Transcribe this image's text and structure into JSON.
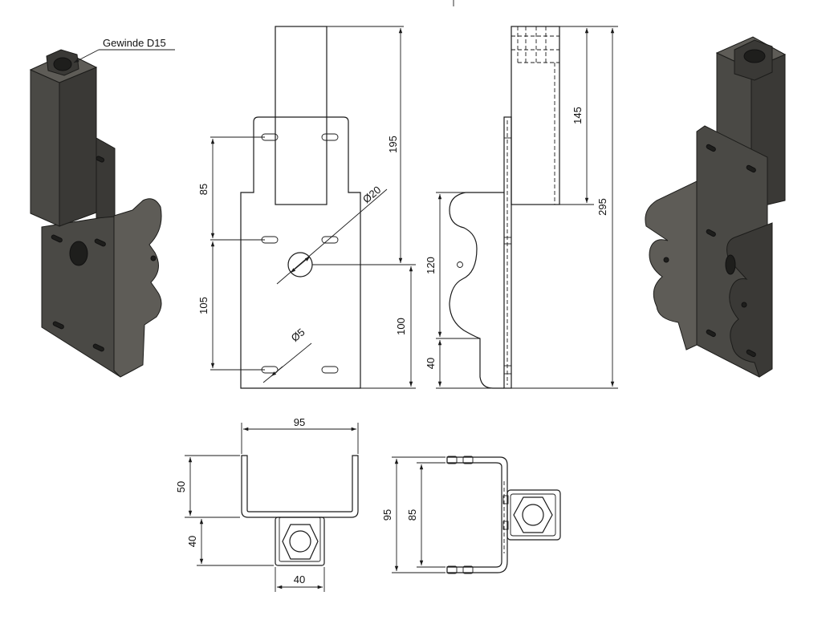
{
  "callout": {
    "thread_label": "Gewinde D15"
  },
  "dimensions": {
    "front_85": "85",
    "front_105": "105",
    "front_195": "195",
    "front_100": "100",
    "hole_20": "Ø20",
    "hole_5": "Ø5",
    "side_145": "145",
    "side_295": "295",
    "side_120": "120",
    "side_40": "40",
    "top_95": "95",
    "top_50": "50",
    "top_40_vertical": "40",
    "top_40_horizontal": "40",
    "right_95": "95",
    "right_85": "85"
  },
  "colors": {
    "line": "#1a1a1a",
    "part_dark": "#3a3936",
    "part_mid": "#4a4945",
    "part_light": "#5e5c57"
  }
}
